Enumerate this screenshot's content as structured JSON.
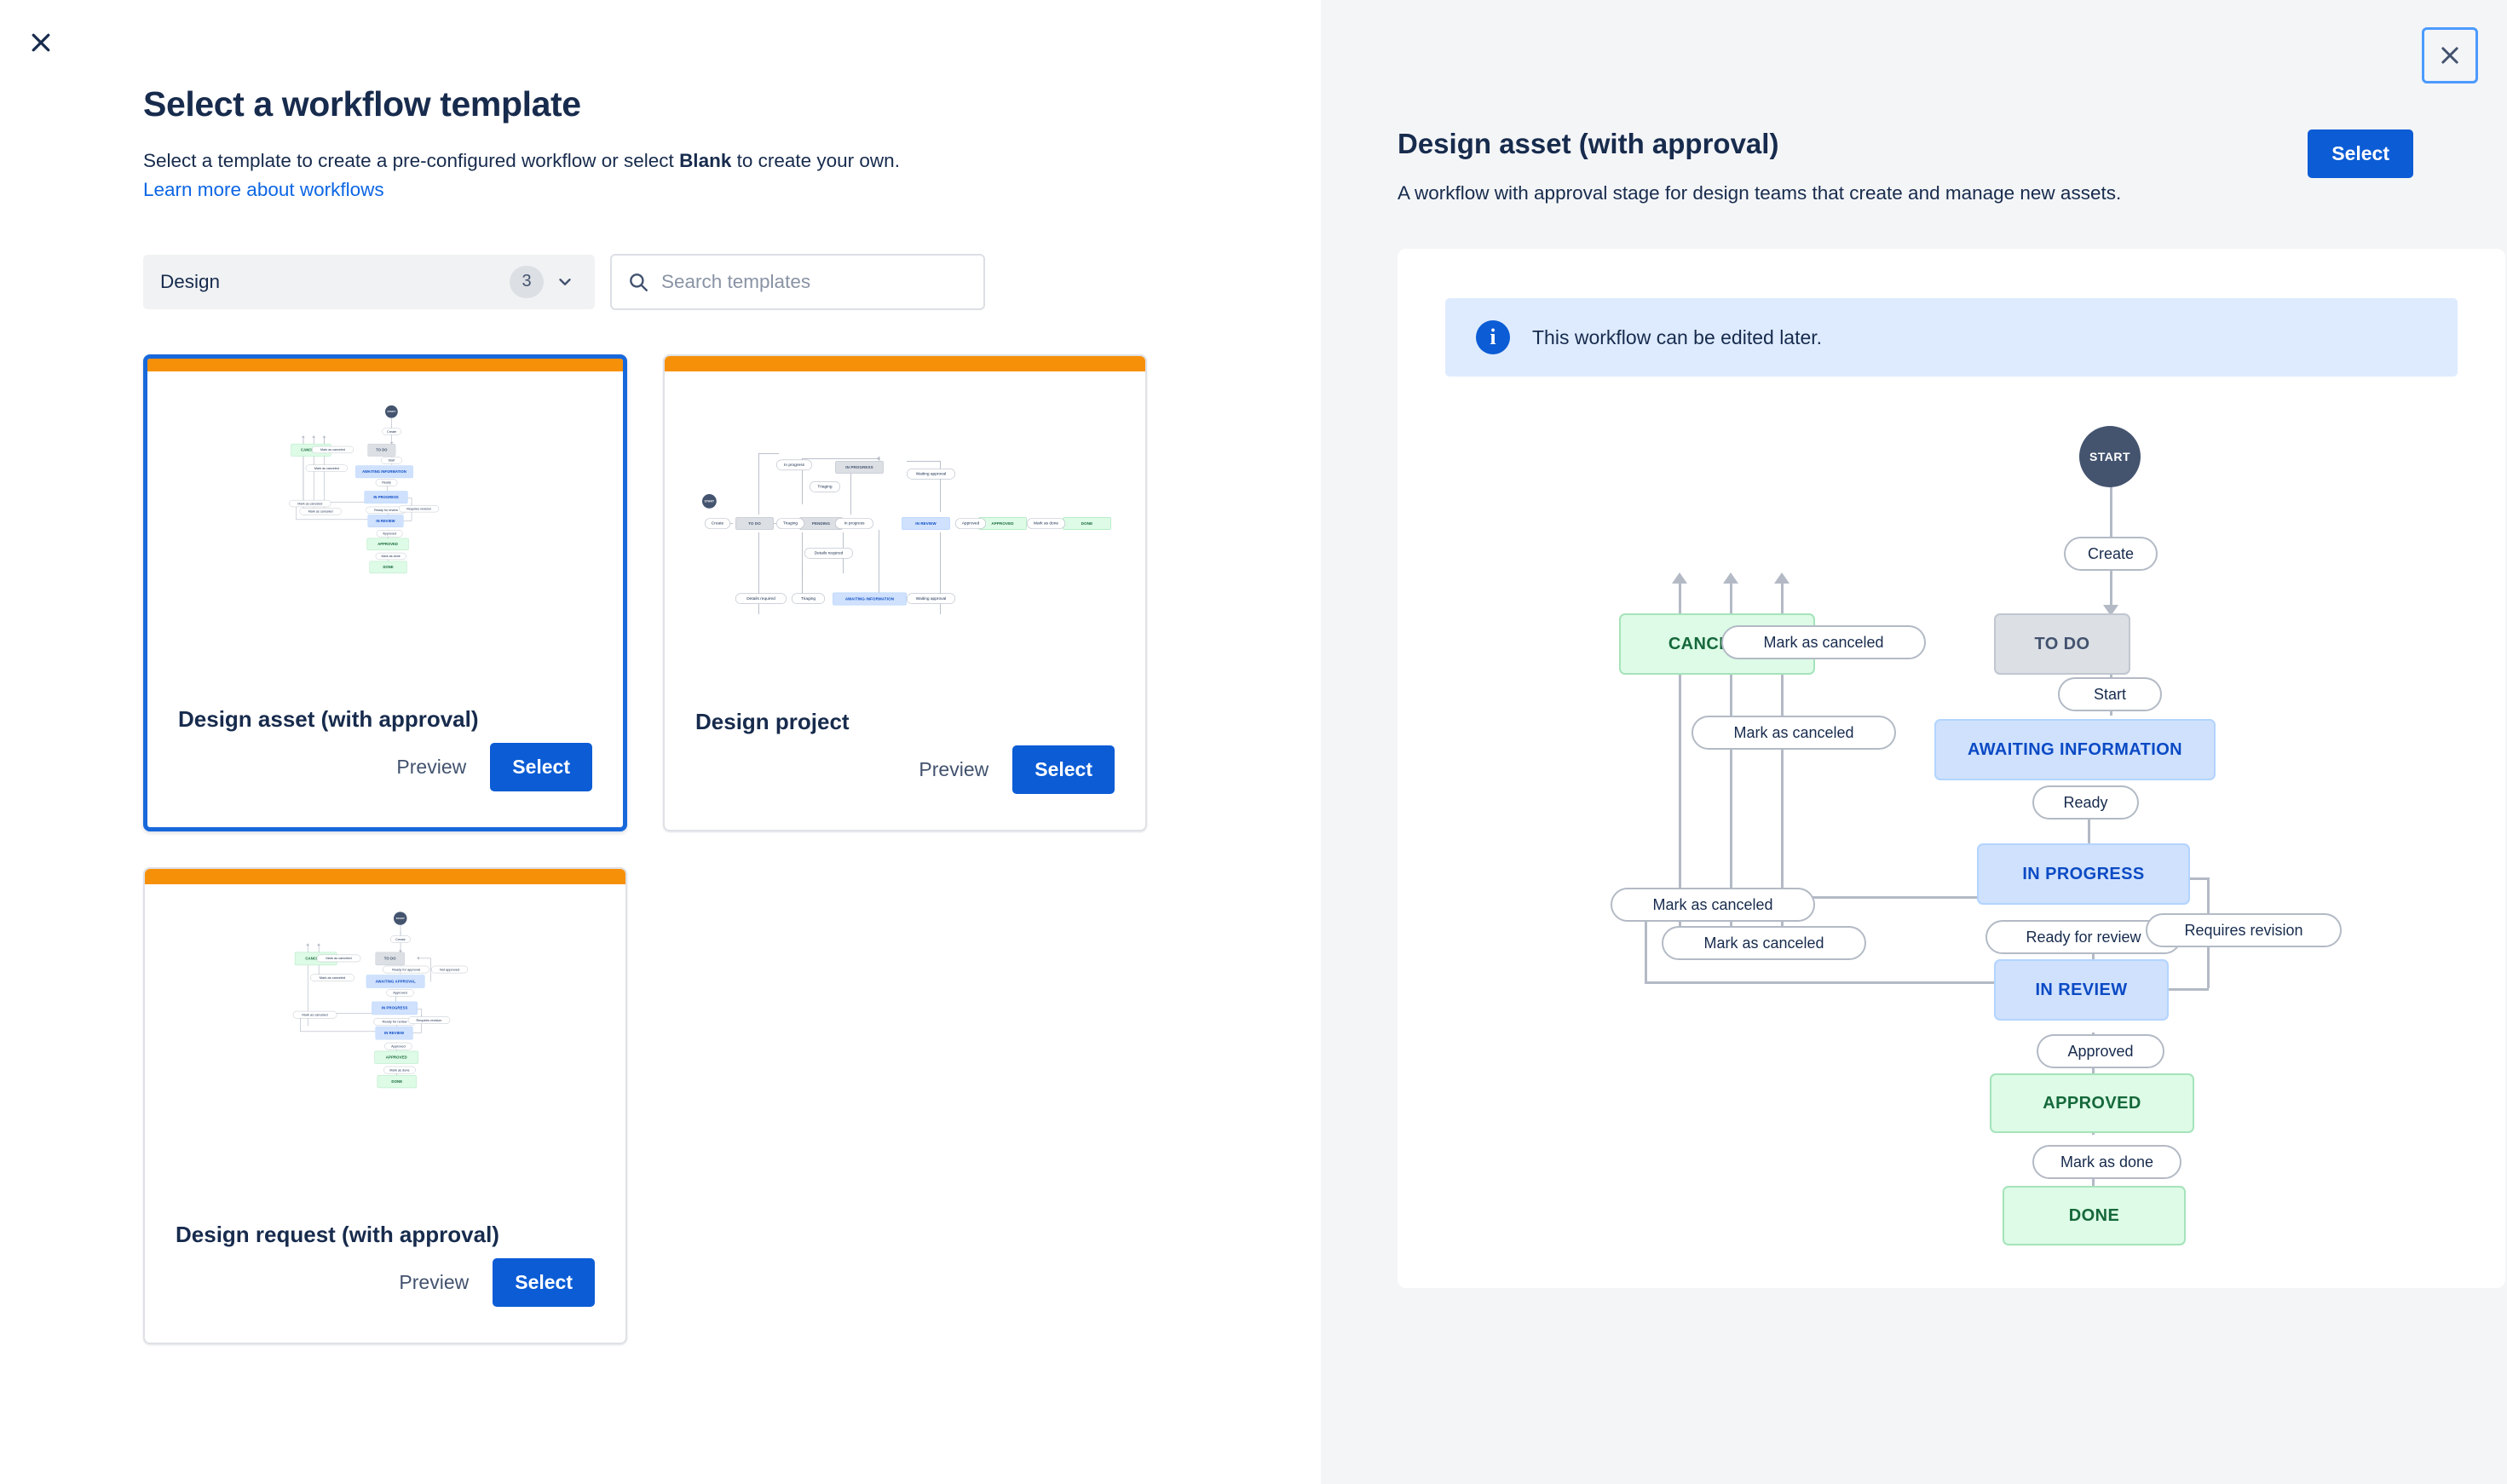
{
  "left": {
    "close_icon": "close-icon",
    "title": "Select a workflow template",
    "subtitle_pre": "Select a template to create a pre-configured workflow or select ",
    "subtitle_bold": "Blank",
    "subtitle_post": " to create your own.",
    "learn_link": "Learn more about workflows",
    "filter": {
      "label": "Design",
      "count": "3",
      "chevron_icon": "chevron-down-icon"
    },
    "search": {
      "placeholder": "Search templates",
      "value": "",
      "icon": "search-icon"
    },
    "cards": [
      {
        "name": "Design asset (with approval)",
        "preview_label": "Preview",
        "select_label": "Select",
        "selected": true,
        "stripe_color": "#F79009"
      },
      {
        "name": "Design project",
        "preview_label": "Preview",
        "select_label": "Select",
        "selected": false,
        "stripe_color": "#F79009"
      },
      {
        "name": "Design request (with approval)",
        "preview_label": "Preview",
        "select_label": "Select",
        "selected": false,
        "stripe_color": "#F79009"
      }
    ]
  },
  "right": {
    "close_icon": "close-icon",
    "title": "Design asset (with approval)",
    "description": "A workflow with approval stage for design teams that create and manage new assets.",
    "select_label": "Select",
    "info_banner": {
      "icon": "info-icon",
      "text": "This workflow can be edited later."
    }
  },
  "diagram": {
    "statuses": [
      {
        "id": "start",
        "label": "START",
        "kind": "start"
      },
      {
        "id": "todo",
        "label": "TO DO",
        "kind": "todo"
      },
      {
        "id": "canceled",
        "label": "CANCELED",
        "kind": "green"
      },
      {
        "id": "awaiting",
        "label": "AWAITING INFORMATION",
        "kind": "blue"
      },
      {
        "id": "inprog",
        "label": "IN PROGRESS",
        "kind": "blue"
      },
      {
        "id": "inreview",
        "label": "IN REVIEW",
        "kind": "blue"
      },
      {
        "id": "approved",
        "label": "APPROVED",
        "kind": "green"
      },
      {
        "id": "done",
        "label": "DONE",
        "kind": "green"
      }
    ],
    "transitions": [
      {
        "id": "t-create",
        "label": "Create"
      },
      {
        "id": "t-cancel-1",
        "label": "Mark as canceled"
      },
      {
        "id": "t-start",
        "label": "Start"
      },
      {
        "id": "t-cancel-2",
        "label": "Mark as canceled"
      },
      {
        "id": "t-ready",
        "label": "Ready"
      },
      {
        "id": "t-cancel-3",
        "label": "Mark as canceled"
      },
      {
        "id": "t-cancel-4",
        "label": "Mark as canceled"
      },
      {
        "id": "t-rfr",
        "label": "Ready for review"
      },
      {
        "id": "t-revision",
        "label": "Requires revision"
      },
      {
        "id": "t-approved",
        "label": "Approved"
      },
      {
        "id": "t-done",
        "label": "Mark as done"
      }
    ]
  },
  "thumbnails": {
    "design_project": {
      "statuses": [
        {
          "label": "START",
          "kind": "start"
        },
        {
          "label": "TO DO",
          "kind": "todo"
        },
        {
          "label": "PENDING",
          "kind": "todo"
        },
        {
          "label": "IN PROGRESS",
          "kind": "todo"
        },
        {
          "label": "AWAITING INFORMATION",
          "kind": "blue"
        },
        {
          "label": "IN REVIEW",
          "kind": "blue"
        },
        {
          "label": "APPROVED",
          "kind": "green"
        },
        {
          "label": "DONE",
          "kind": "green"
        }
      ],
      "transitions": [
        {
          "label": "Create"
        },
        {
          "label": "Triaging"
        },
        {
          "label": "In progress"
        },
        {
          "label": "Triaging"
        },
        {
          "label": "Details required"
        },
        {
          "label": "Details required"
        },
        {
          "label": "Triaging"
        },
        {
          "label": "In progress"
        },
        {
          "label": "Waiting approval"
        },
        {
          "label": "Waiting approval"
        },
        {
          "label": "Approved"
        },
        {
          "label": "Mark as done"
        }
      ]
    },
    "design_request": {
      "statuses": [
        {
          "label": "START",
          "kind": "start"
        },
        {
          "label": "TO DO",
          "kind": "todo"
        },
        {
          "label": "CANCELED",
          "kind": "green"
        },
        {
          "label": "AWAITING APPROVAL",
          "kind": "blue"
        },
        {
          "label": "IN PROGRESS",
          "kind": "blue"
        },
        {
          "label": "IN REVIEW",
          "kind": "blue"
        },
        {
          "label": "APPROVED",
          "kind": "green"
        },
        {
          "label": "DONE",
          "kind": "green"
        }
      ],
      "transitions": [
        {
          "label": "Create"
        },
        {
          "label": "Mark as canceled"
        },
        {
          "label": "Ready for approval"
        },
        {
          "label": "Not approved"
        },
        {
          "label": "Mark as canceled"
        },
        {
          "label": "Approved"
        },
        {
          "label": "Mark as canceled"
        },
        {
          "label": "Ready for review"
        },
        {
          "label": "Requires revision"
        },
        {
          "label": "Approved"
        },
        {
          "label": "Mark as done"
        }
      ]
    }
  },
  "colors": {
    "accent_blue": "#0B5CD5",
    "focus_ring": "#4C9AFF",
    "stripe_orange": "#F79009",
    "selected_border": "#1868DB",
    "info_bg": "#DEEBFF",
    "status_green_bg": "#DDFBE6",
    "status_blue_bg": "#CFE1FD",
    "status_gray_bg": "#DCDFE4"
  }
}
